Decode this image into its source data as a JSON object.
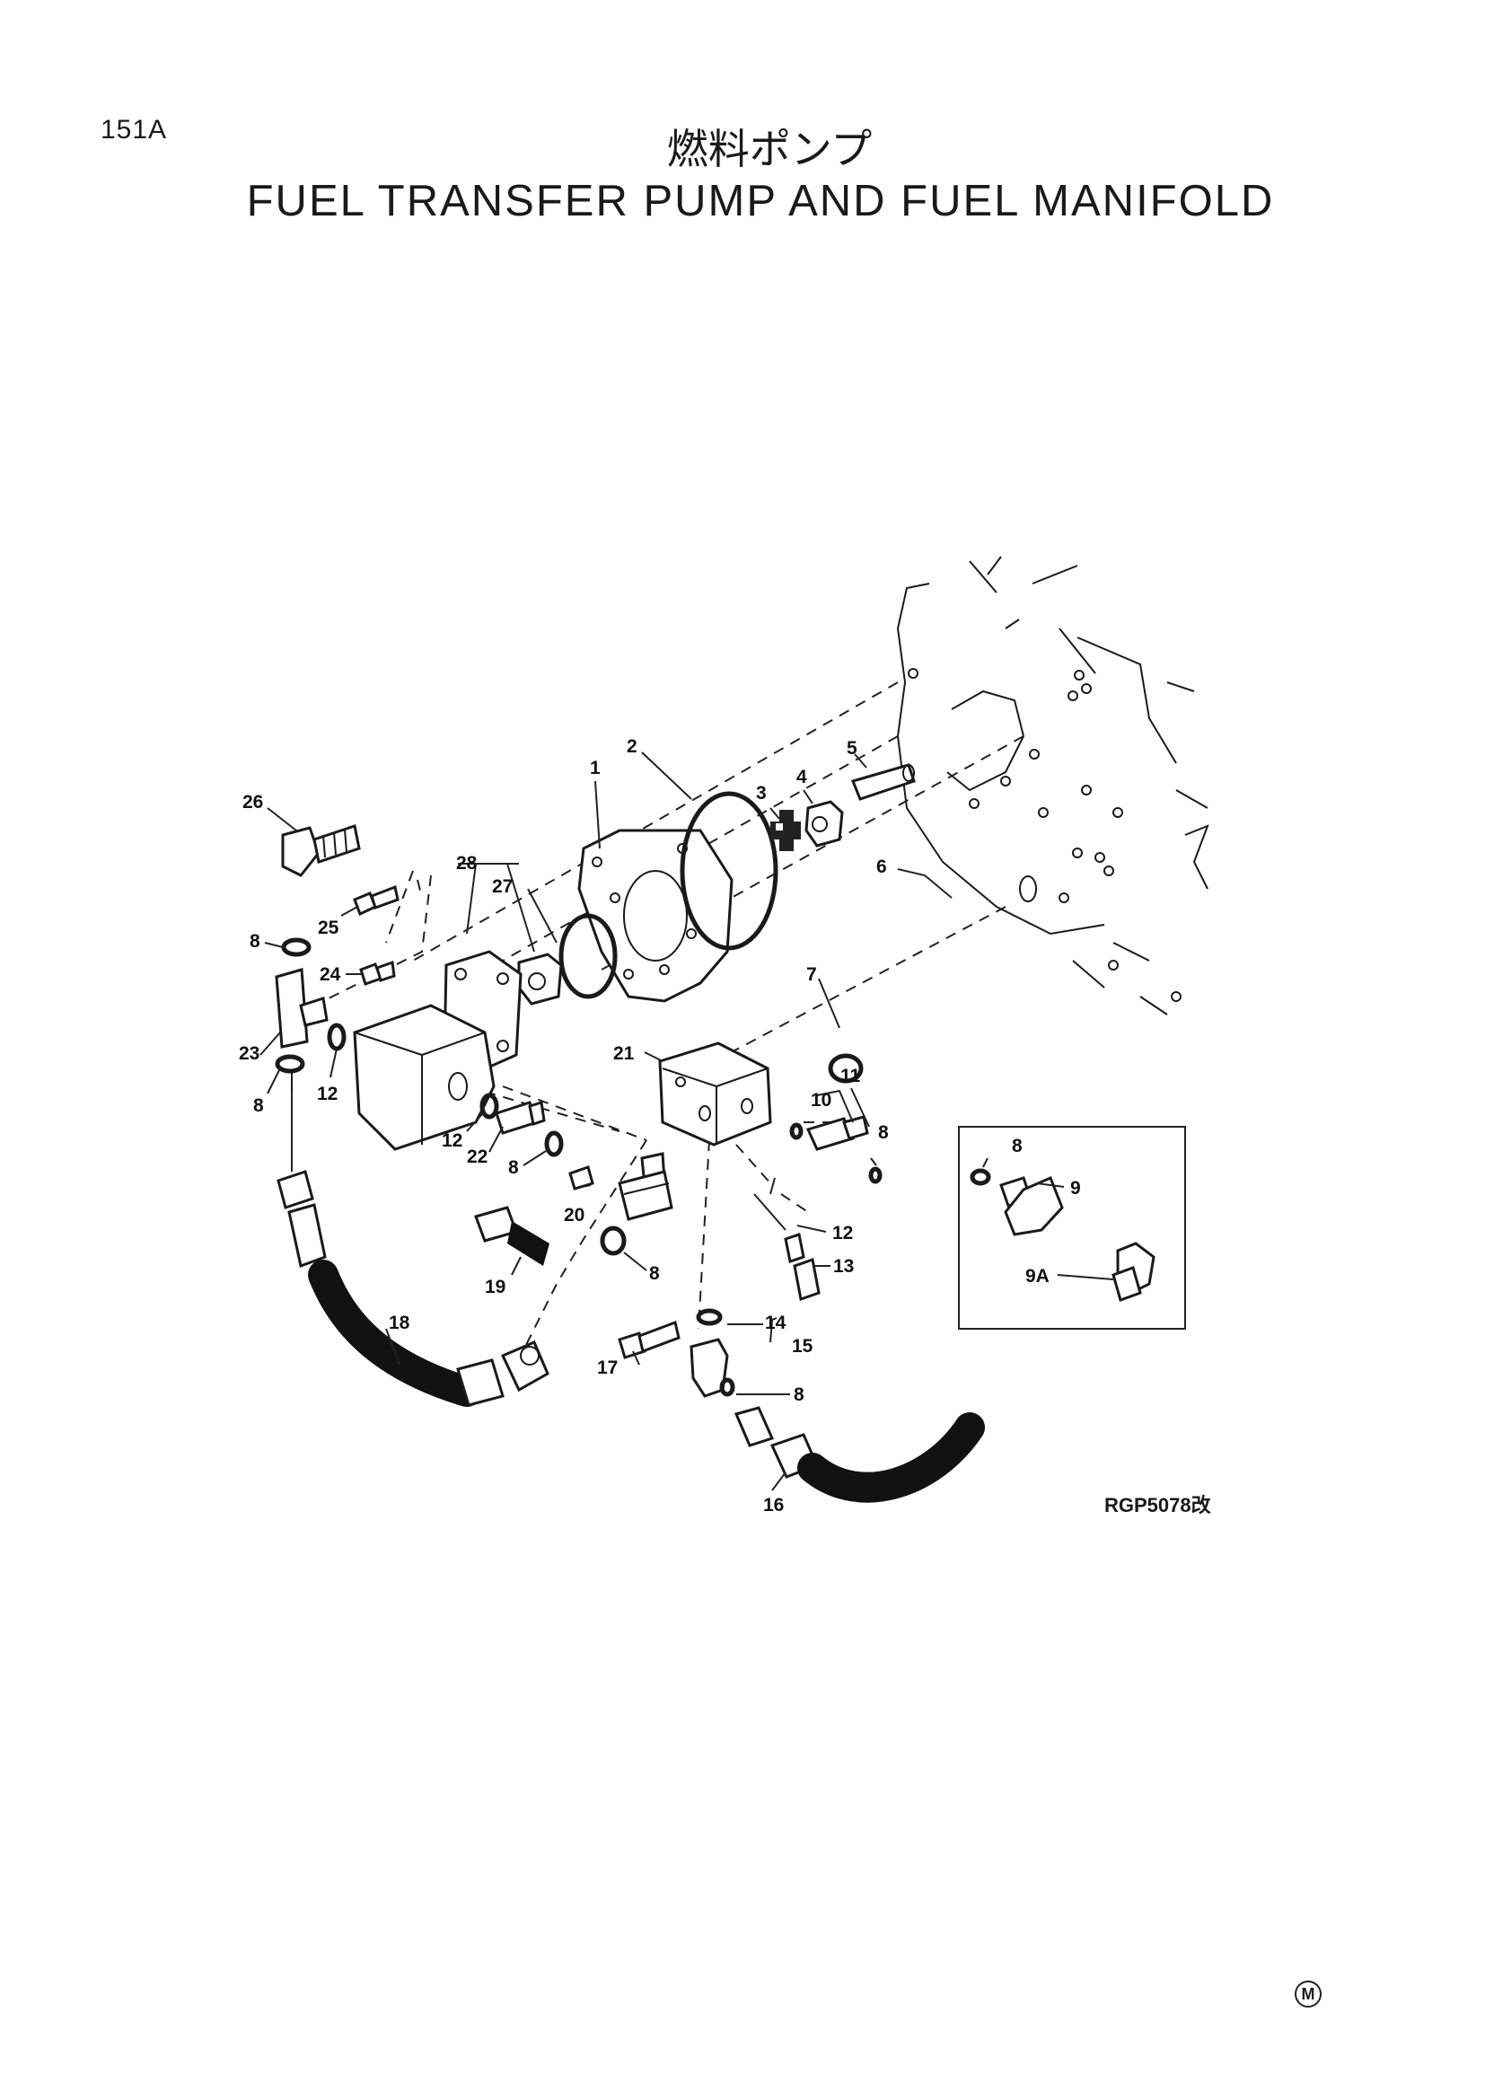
{
  "header": {
    "page_code": "151A",
    "title_jp": "燃料ポンプ",
    "title_en": "FUEL TRANSFER PUMP AND FUEL MANIFOLD"
  },
  "diagram": {
    "reference": "RGP5078改",
    "mark": "M",
    "callouts": [
      {
        "id": "c1",
        "text": "1"
      },
      {
        "id": "c2",
        "text": "2"
      },
      {
        "id": "c3",
        "text": "3"
      },
      {
        "id": "c4",
        "text": "4"
      },
      {
        "id": "c5",
        "text": "5"
      },
      {
        "id": "c6",
        "text": "6"
      },
      {
        "id": "c7",
        "text": "7"
      },
      {
        "id": "c8a",
        "text": "8"
      },
      {
        "id": "c8b",
        "text": "8"
      },
      {
        "id": "c8c",
        "text": "8"
      },
      {
        "id": "c8d",
        "text": "8"
      },
      {
        "id": "c8e",
        "text": "8"
      },
      {
        "id": "c8f",
        "text": "8"
      },
      {
        "id": "c8g",
        "text": "8"
      },
      {
        "id": "c9",
        "text": "9"
      },
      {
        "id": "c9a",
        "text": "9A"
      },
      {
        "id": "c10",
        "text": "10"
      },
      {
        "id": "c11",
        "text": "11"
      },
      {
        "id": "c12a",
        "text": "12"
      },
      {
        "id": "c12b",
        "text": "12"
      },
      {
        "id": "c12c",
        "text": "12"
      },
      {
        "id": "c13",
        "text": "13"
      },
      {
        "id": "c14",
        "text": "14"
      },
      {
        "id": "c15",
        "text": "15"
      },
      {
        "id": "c16",
        "text": "16"
      },
      {
        "id": "c17",
        "text": "17"
      },
      {
        "id": "c18",
        "text": "18"
      },
      {
        "id": "c19",
        "text": "19"
      },
      {
        "id": "c20",
        "text": "20"
      },
      {
        "id": "c21",
        "text": "21"
      },
      {
        "id": "c22",
        "text": "22"
      },
      {
        "id": "c23",
        "text": "23"
      },
      {
        "id": "c24",
        "text": "24"
      },
      {
        "id": "c25",
        "text": "25"
      },
      {
        "id": "c26",
        "text": "26"
      },
      {
        "id": "c27",
        "text": "27"
      },
      {
        "id": "c28",
        "text": "28"
      },
      {
        "id": "c8h",
        "text": "8"
      }
    ]
  }
}
